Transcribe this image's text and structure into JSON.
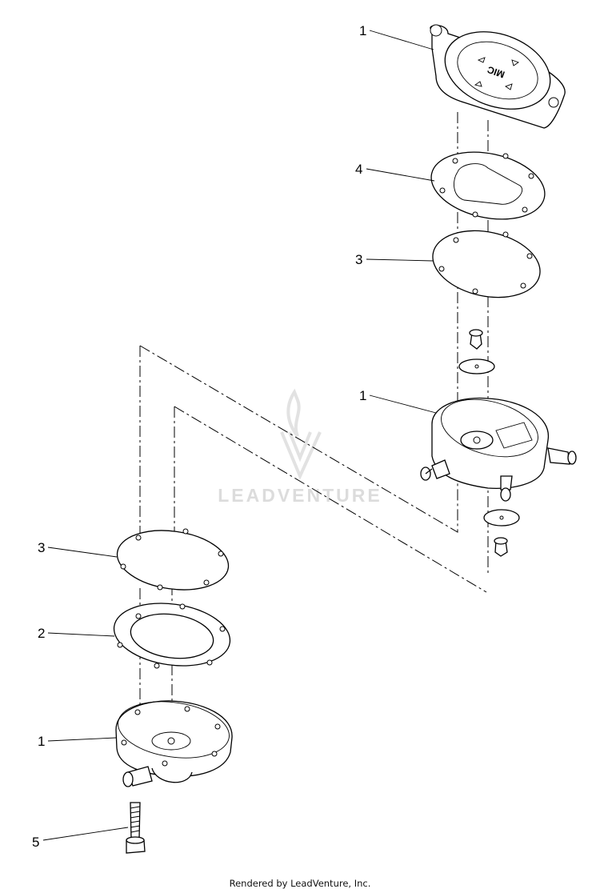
{
  "callouts": [
    {
      "id": "c1-top",
      "label": "1"
    },
    {
      "id": "c4",
      "label": "4"
    },
    {
      "id": "c3-top",
      "label": "3"
    },
    {
      "id": "c1-mid",
      "label": "1"
    },
    {
      "id": "c3-left",
      "label": "3"
    },
    {
      "id": "c2",
      "label": "2"
    },
    {
      "id": "c1-bottom",
      "label": "1"
    },
    {
      "id": "c5",
      "label": "5"
    }
  ],
  "cover_marking": "MIC",
  "watermark": {
    "text": "LEADVENTURE",
    "color": "#dcdcdc"
  },
  "footer": "Rendered by LeadVenture, Inc."
}
